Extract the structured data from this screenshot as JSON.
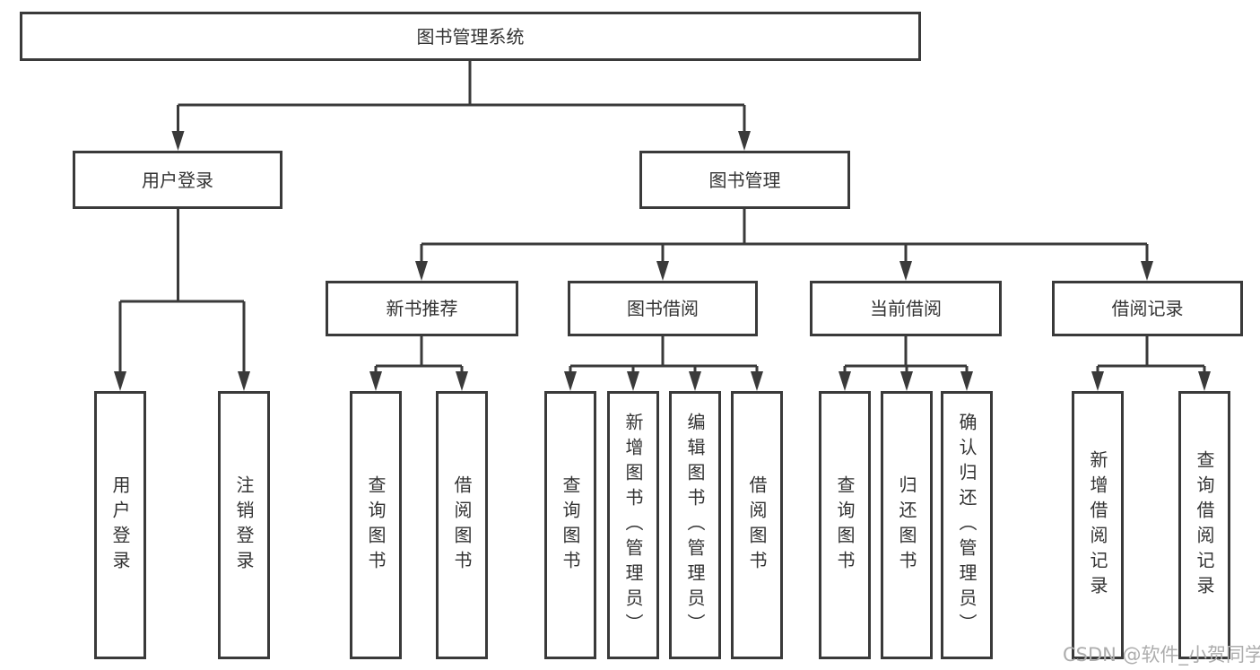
{
  "diagram": {
    "root": {
      "label": "图书管理系统"
    },
    "level2": [
      {
        "label": "用户登录"
      },
      {
        "label": "图书管理"
      }
    ],
    "level3": [
      {
        "label": "新书推荐",
        "parent": "图书管理"
      },
      {
        "label": "图书借阅",
        "parent": "图书管理"
      },
      {
        "label": "当前借阅",
        "parent": "图书管理"
      },
      {
        "label": "借阅记录",
        "parent": "图书管理"
      }
    ],
    "leaves": [
      {
        "label": "用户登录",
        "parent": "用户登录"
      },
      {
        "label": "注销登录",
        "parent": "用户登录"
      },
      {
        "label": "查询图书",
        "parent": "新书推荐"
      },
      {
        "label": "借阅图书",
        "parent": "新书推荐"
      },
      {
        "label": "查询图书",
        "parent": "图书借阅"
      },
      {
        "label": "新增图书（管理员）",
        "parent": "图书借阅"
      },
      {
        "label": "编辑图书（管理员）",
        "parent": "图书借阅"
      },
      {
        "label": "借阅图书",
        "parent": "图书借阅"
      },
      {
        "label": "查询图书",
        "parent": "当前借阅"
      },
      {
        "label": "归还图书",
        "parent": "当前借阅"
      },
      {
        "label": "确认归还（管理员）",
        "parent": "当前借阅"
      },
      {
        "label": "新增借阅记录",
        "parent": "借阅记录"
      },
      {
        "label": "查询借阅记录",
        "parent": "借阅记录"
      }
    ]
  },
  "watermark": {
    "text": "CSDN @软件_小贺同学"
  },
  "colors": {
    "line": "#3a3a3a",
    "box_border": "#3a3a3a",
    "text": "#333333",
    "watermark": "#adadad",
    "background": "#ffffff"
  }
}
